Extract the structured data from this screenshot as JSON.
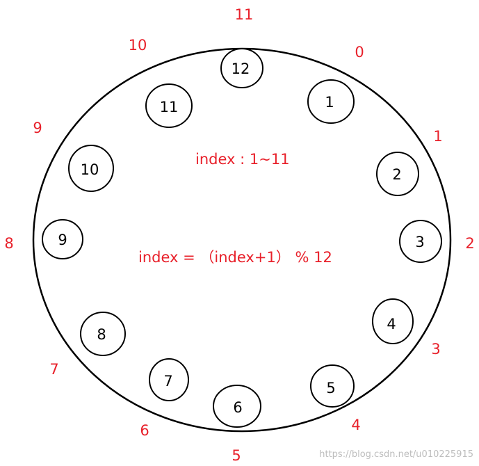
{
  "colors": {
    "outline": "#000000",
    "annotation": "#e8202a",
    "watermark": "#bdbdbd"
  },
  "nodes": [
    "1",
    "2",
    "3",
    "4",
    "5",
    "6",
    "7",
    "8",
    "9",
    "10",
    "11",
    "12"
  ],
  "outer_labels": [
    "0",
    "1",
    "2",
    "3",
    "4",
    "5",
    "6",
    "7",
    "8",
    "9",
    "10",
    "11"
  ],
  "formulas": {
    "range": "index : 1~11",
    "update": "index = （index+1） %  12"
  },
  "watermark": "https://blog.csdn.net/u010225915"
}
